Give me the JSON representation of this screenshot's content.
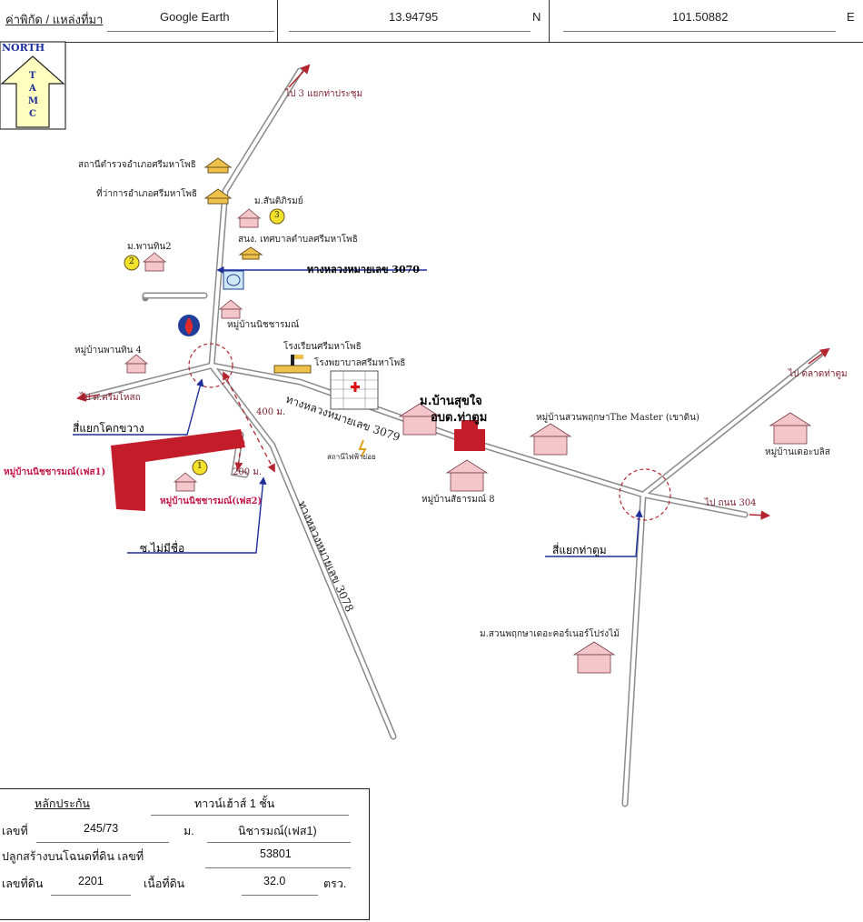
{
  "header": {
    "source_label": "ค่าพิกัด / แหล่งที่มา",
    "source_value": "Google Earth",
    "lat_value": "13.94795",
    "lat_dir": "N",
    "lon_value": "101.50882",
    "lon_dir": "E"
  },
  "north_arrow": {
    "word": "NORTH",
    "letters": [
      "T",
      "A",
      "M",
      "C"
    ],
    "color": "#ffffc0"
  },
  "map": {
    "road_labels": {
      "to_3_prachum": "ไป 3 แยกท่าประชุม",
      "route_3070_callout": "ทางหลวงหมายเลข 3070",
      "route_3079": "ทางหลวงหมายเลข 3079",
      "route_3078": "ทางหลวงหมายเลข 3078",
      "to_wat_khlong": "ไป ต.ศรีมโหสถ",
      "to_talad_tha_toom": "ไป ตลาดท่าตูม",
      "to_route_304": "ไป ถนน 304"
    },
    "places": {
      "police": "สถานีตำรวจอำเภอศรีมหาโพธิ",
      "district_office": "ที่ว่าการอำเภอศรีมหาโพธิ",
      "m_santiphirom": "ม.สันติภิรมย์",
      "health_office": "สนง. เทศบาลตำบลศรีมหาโพธิ",
      "m_phanthin2": "ม.พานทิน2",
      "nicharom_village": "หมู่บ้านนิชชารมณ์",
      "school": "โรงเรียนศรีมหาโพธิ",
      "hospital": "โรงพยาบาลศรีมหาโพธิ",
      "phanthin4": "หมู่บ้านพานทิน 4",
      "ban_sukjai": "ม.บ้านสุขใจ",
      "obt_tha_toom": "อบต.ท่าตูม",
      "the_master": "หมู่บ้านสวนพฤกษาThe Master (เขาดิน)",
      "dara_bliss": "หมู่บ้านเดอะบลิส",
      "satharom8": "หมู่บ้านสัธารมณ์ 8",
      "electricity": "สถานีไฟฟ้าย่อย",
      "phase1": "หมู่บ้านนิชชารมณ์(เฟส1)",
      "phase2": "หมู่บ้านนิชชารมณ์(เฟส2)",
      "suan_phruksa": "ม.สวนพฤกษาเดอะคอร์เนอร์โปร่งไม้"
    },
    "junctions": {
      "khok_khwang": "สี่แยกโคกขวาง",
      "no_name_soi": "ซ.ไม่มีชื่อ",
      "tha_toom": "สี่แยกท่าตูม"
    },
    "distances": {
      "d400": "400 ม.",
      "d200": "200 ม."
    },
    "markers": [
      "1",
      "2",
      "3"
    ],
    "colors": {
      "road": "#8a8a8a",
      "arrow": "#b4252f",
      "callout": "#1f2f9a",
      "property": "#c31d2b"
    }
  },
  "legend": {
    "collateral_label": "หลักประกัน",
    "collateral_type": "ทาวน์เฮ้าส์ 1 ชั้น",
    "house_no_label": "เลขที่",
    "house_no": "245/73",
    "village_label": "ม.",
    "village": "นิชารมณ์(เฟส1)",
    "deed_label": "ปลูกสร้างบนโฉนดที่ดิน เลขที่",
    "deed_no": "53801",
    "land_no_label": "เลขที่ดิน",
    "land_no": "2201",
    "area_label": "เนื้อที่ดิน",
    "area": "32.0",
    "area_unit": "ตรว."
  }
}
